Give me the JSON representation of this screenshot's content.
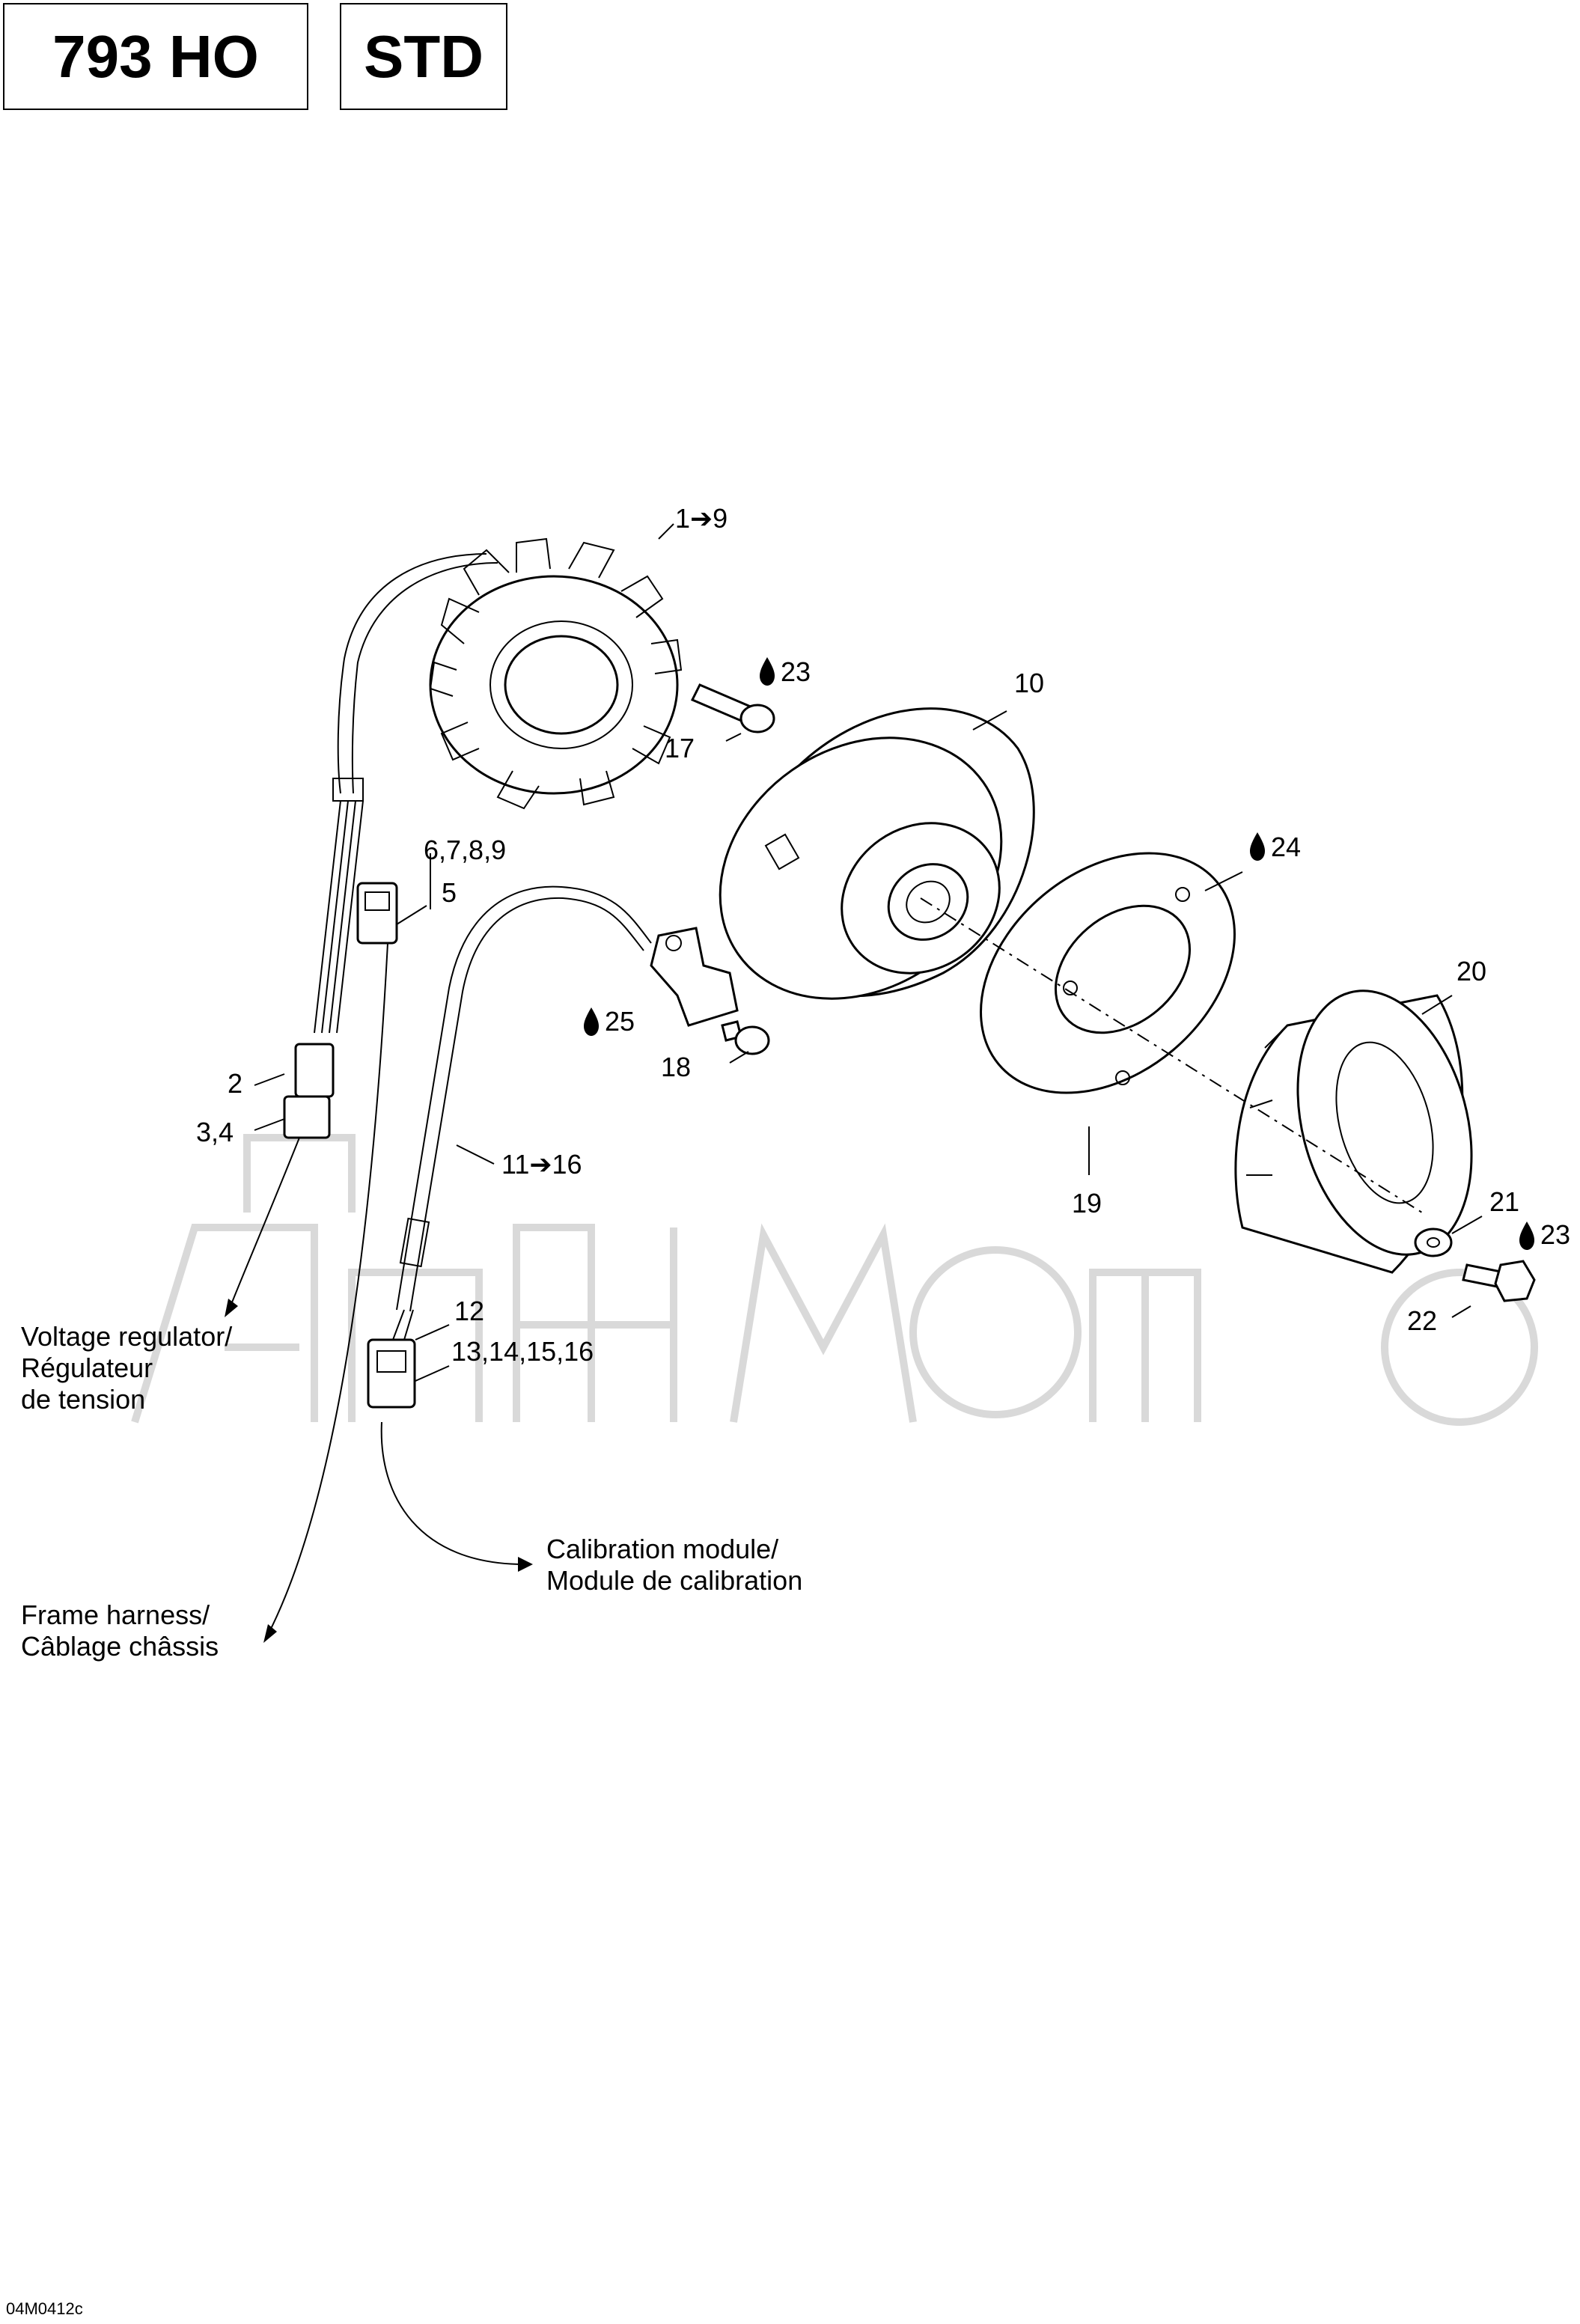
{
  "header": {
    "model": "793 HO",
    "trim": "STD"
  },
  "callouts": {
    "c1": "1➔9",
    "c23a": "23",
    "c10": "10",
    "c17": "17",
    "c24": "24",
    "c6789": "6,7,8,9",
    "c5": "5",
    "c20": "20",
    "c25": "25",
    "c18": "18",
    "c2": "2",
    "c34": "3,4",
    "c1116": "11➔16",
    "c19": "19",
    "c21": "21",
    "c23b": "23",
    "c22": "22",
    "c12": "12",
    "c13": "13,14,15,16"
  },
  "notes": {
    "voltage_regulator": [
      "Voltage regulator/",
      "Régulateur",
      "de tension"
    ],
    "calibration_module": [
      "Calibration module/",
      "Module de calibration"
    ],
    "frame_harness": [
      "Frame harness/",
      "Câblage châssis"
    ]
  },
  "icons": {
    "adhesive": "drop-icon"
  },
  "watermark": {
    "text": "AGHMOTO",
    "color": "#d9d9d9"
  },
  "footer": {
    "drawing_code": "04M0412c"
  }
}
